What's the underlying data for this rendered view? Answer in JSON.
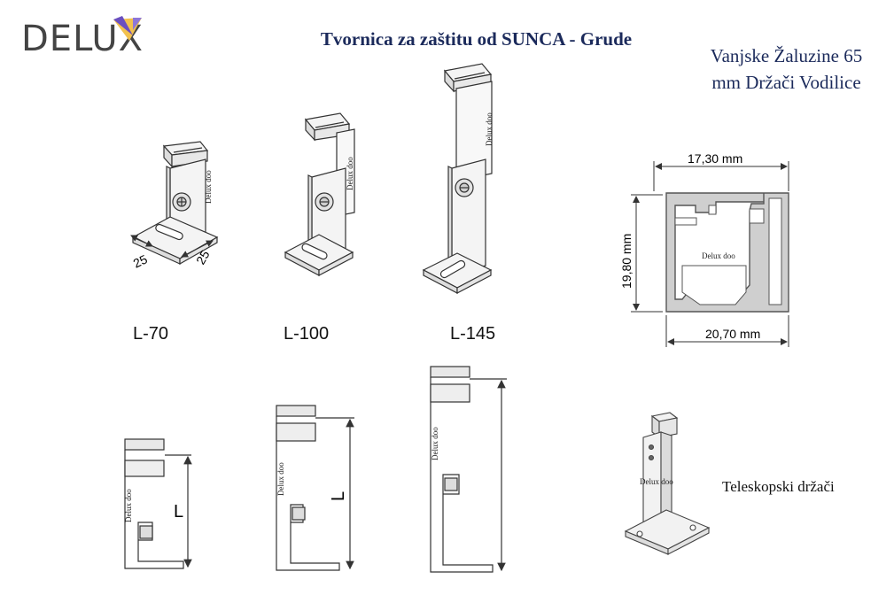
{
  "header": {
    "logo_text": "DELUX",
    "title": "Tvornica za zaštitu od SUNCA - Grude"
  },
  "product": {
    "title_line1": "Vanjske Žaluzine 65",
    "title_line2": "mm Držači Vodilice"
  },
  "brackets": [
    {
      "model": "L-70"
    },
    {
      "model": "L-100"
    },
    {
      "model": "L-145"
    }
  ],
  "base_dims": {
    "a": "25",
    "b": "25"
  },
  "profile": {
    "top_width": "17,30 mm",
    "height": "19,80 mm",
    "bottom_width": "20,70 mm",
    "watermark": "Delux doo"
  },
  "watermark": "Delux doo",
  "side_label": "L",
  "telescopic": {
    "label": "Teleskopski držači",
    "watermark": "Delux doo"
  },
  "colors": {
    "title": "#1b2a5b",
    "line": "#333333",
    "logo_accent": "#f2c14e",
    "logo_violet": "#6a4fc0"
  }
}
